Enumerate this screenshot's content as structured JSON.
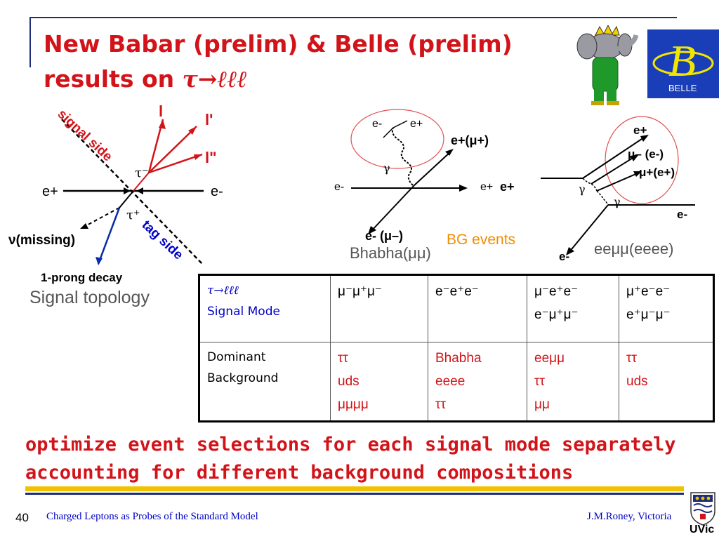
{
  "title": {
    "line1": "New Babar (prelim) & Belle (prelim)",
    "line2_prefix": "results on ",
    "line2_formula": "τ→ℓℓℓ"
  },
  "logos": {
    "babar_icon": "babar-elephant-icon",
    "belle_icon": "belle-b-logo-icon",
    "belle_text": "BELLE",
    "belle_letter": "B",
    "uvic_icon": "uvic-crest-icon",
    "uvic_text": "UVic"
  },
  "signal_topology": {
    "signal_side": "signal side",
    "tag_side": "tag side",
    "l1": "l",
    "l2": "l'",
    "l3": "l\"",
    "tau_minus": "τ⁻",
    "tau_plus": "τ⁺",
    "e_plus": "e+",
    "e_minus": "e-",
    "nu_missing": "ν(missing)",
    "one_prong": "1-prong decay",
    "caption": "Signal topology"
  },
  "bhabha": {
    "e_minus_top": "e-",
    "e_plus_top": "e+",
    "e_plus_mu": "e+(μ+)",
    "gamma": "γ",
    "e_minus_left": "e-",
    "e_plus_right": "e+",
    "e_minus_mu": "e- (μ–)",
    "caption": "Bhabha(μμ)"
  },
  "bg_events": "BG events",
  "eemumu": {
    "e_plus_top": "e+",
    "mu_minus": "μ– (e-)",
    "mu_plus": "μ+(e+)",
    "e_plus_left": "e+",
    "gamma1": "γ",
    "gamma2": "γ",
    "e_minus_right": "e-",
    "e_minus_bottom": "e-",
    "caption": "eeμμ(eeee)"
  },
  "table": {
    "row1": {
      "head_formula": "τ→ℓℓℓ",
      "head_label": "Signal Mode",
      "cols": [
        [
          "μ⁻μ⁺μ⁻"
        ],
        [
          "e⁻e⁺e⁻"
        ],
        [
          "μ⁻e⁺e⁻",
          "e⁻μ⁺μ⁻"
        ],
        [
          "μ⁺e⁻e⁻",
          "e⁺μ⁻μ⁻"
        ]
      ]
    },
    "row2": {
      "head_line1": "Dominant",
      "head_line2": "Background",
      "cols": [
        [
          "ττ",
          "uds",
          "μμμμ"
        ],
        [
          "Bhabha",
          "eeee",
          "ττ"
        ],
        [
          "eeμμ",
          "ττ",
          "μμ"
        ],
        [
          "ττ",
          "uds"
        ]
      ]
    }
  },
  "bottom_text": {
    "line1": "optimize event selections for each signal mode separately",
    "line2": "accounting for different background compositions"
  },
  "footer": {
    "page_number": "40",
    "left": "Charged Leptons as Probes of the Standard Model",
    "right": "J.M.Roney, Victoria"
  },
  "colors": {
    "title_red": "#d2141a",
    "frame_blue": "#1f2d7a",
    "footer_blue": "#0000c8",
    "gold_bar": "#f2c200",
    "belle_blue": "#1a3db8",
    "bg_orange": "#f08c00"
  }
}
